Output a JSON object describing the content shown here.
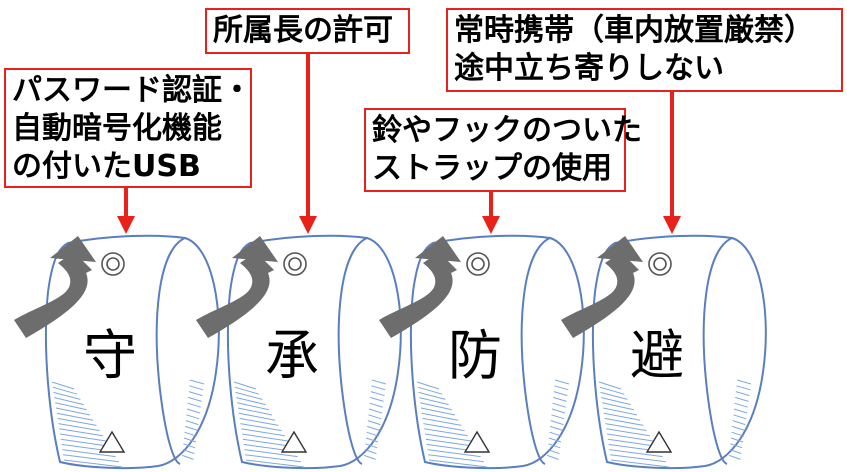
{
  "labels": [
    {
      "id": "usb",
      "lines": [
        "パスワード認証・",
        "自動暗号化機能",
        "の付いたUSB"
      ]
    },
    {
      "id": "perm",
      "lines": [
        "所属長の許可"
      ]
    },
    {
      "id": "strap",
      "lines": [
        "鈴やフックのついた",
        "ストラップの使用"
      ]
    },
    {
      "id": "carry",
      "lines": [
        "常時携帯（車内放置厳禁）",
        "途中立ち寄りしない"
      ]
    }
  ],
  "kanji": [
    "守",
    "承",
    "防",
    "避"
  ],
  "colors": {
    "arrow": "#e8221a",
    "cylinder_outline": "#5a7fbf",
    "hatch": "#7ea8e0",
    "curved_arrow": "#6d6d6d",
    "box_border": "#e8221a"
  }
}
